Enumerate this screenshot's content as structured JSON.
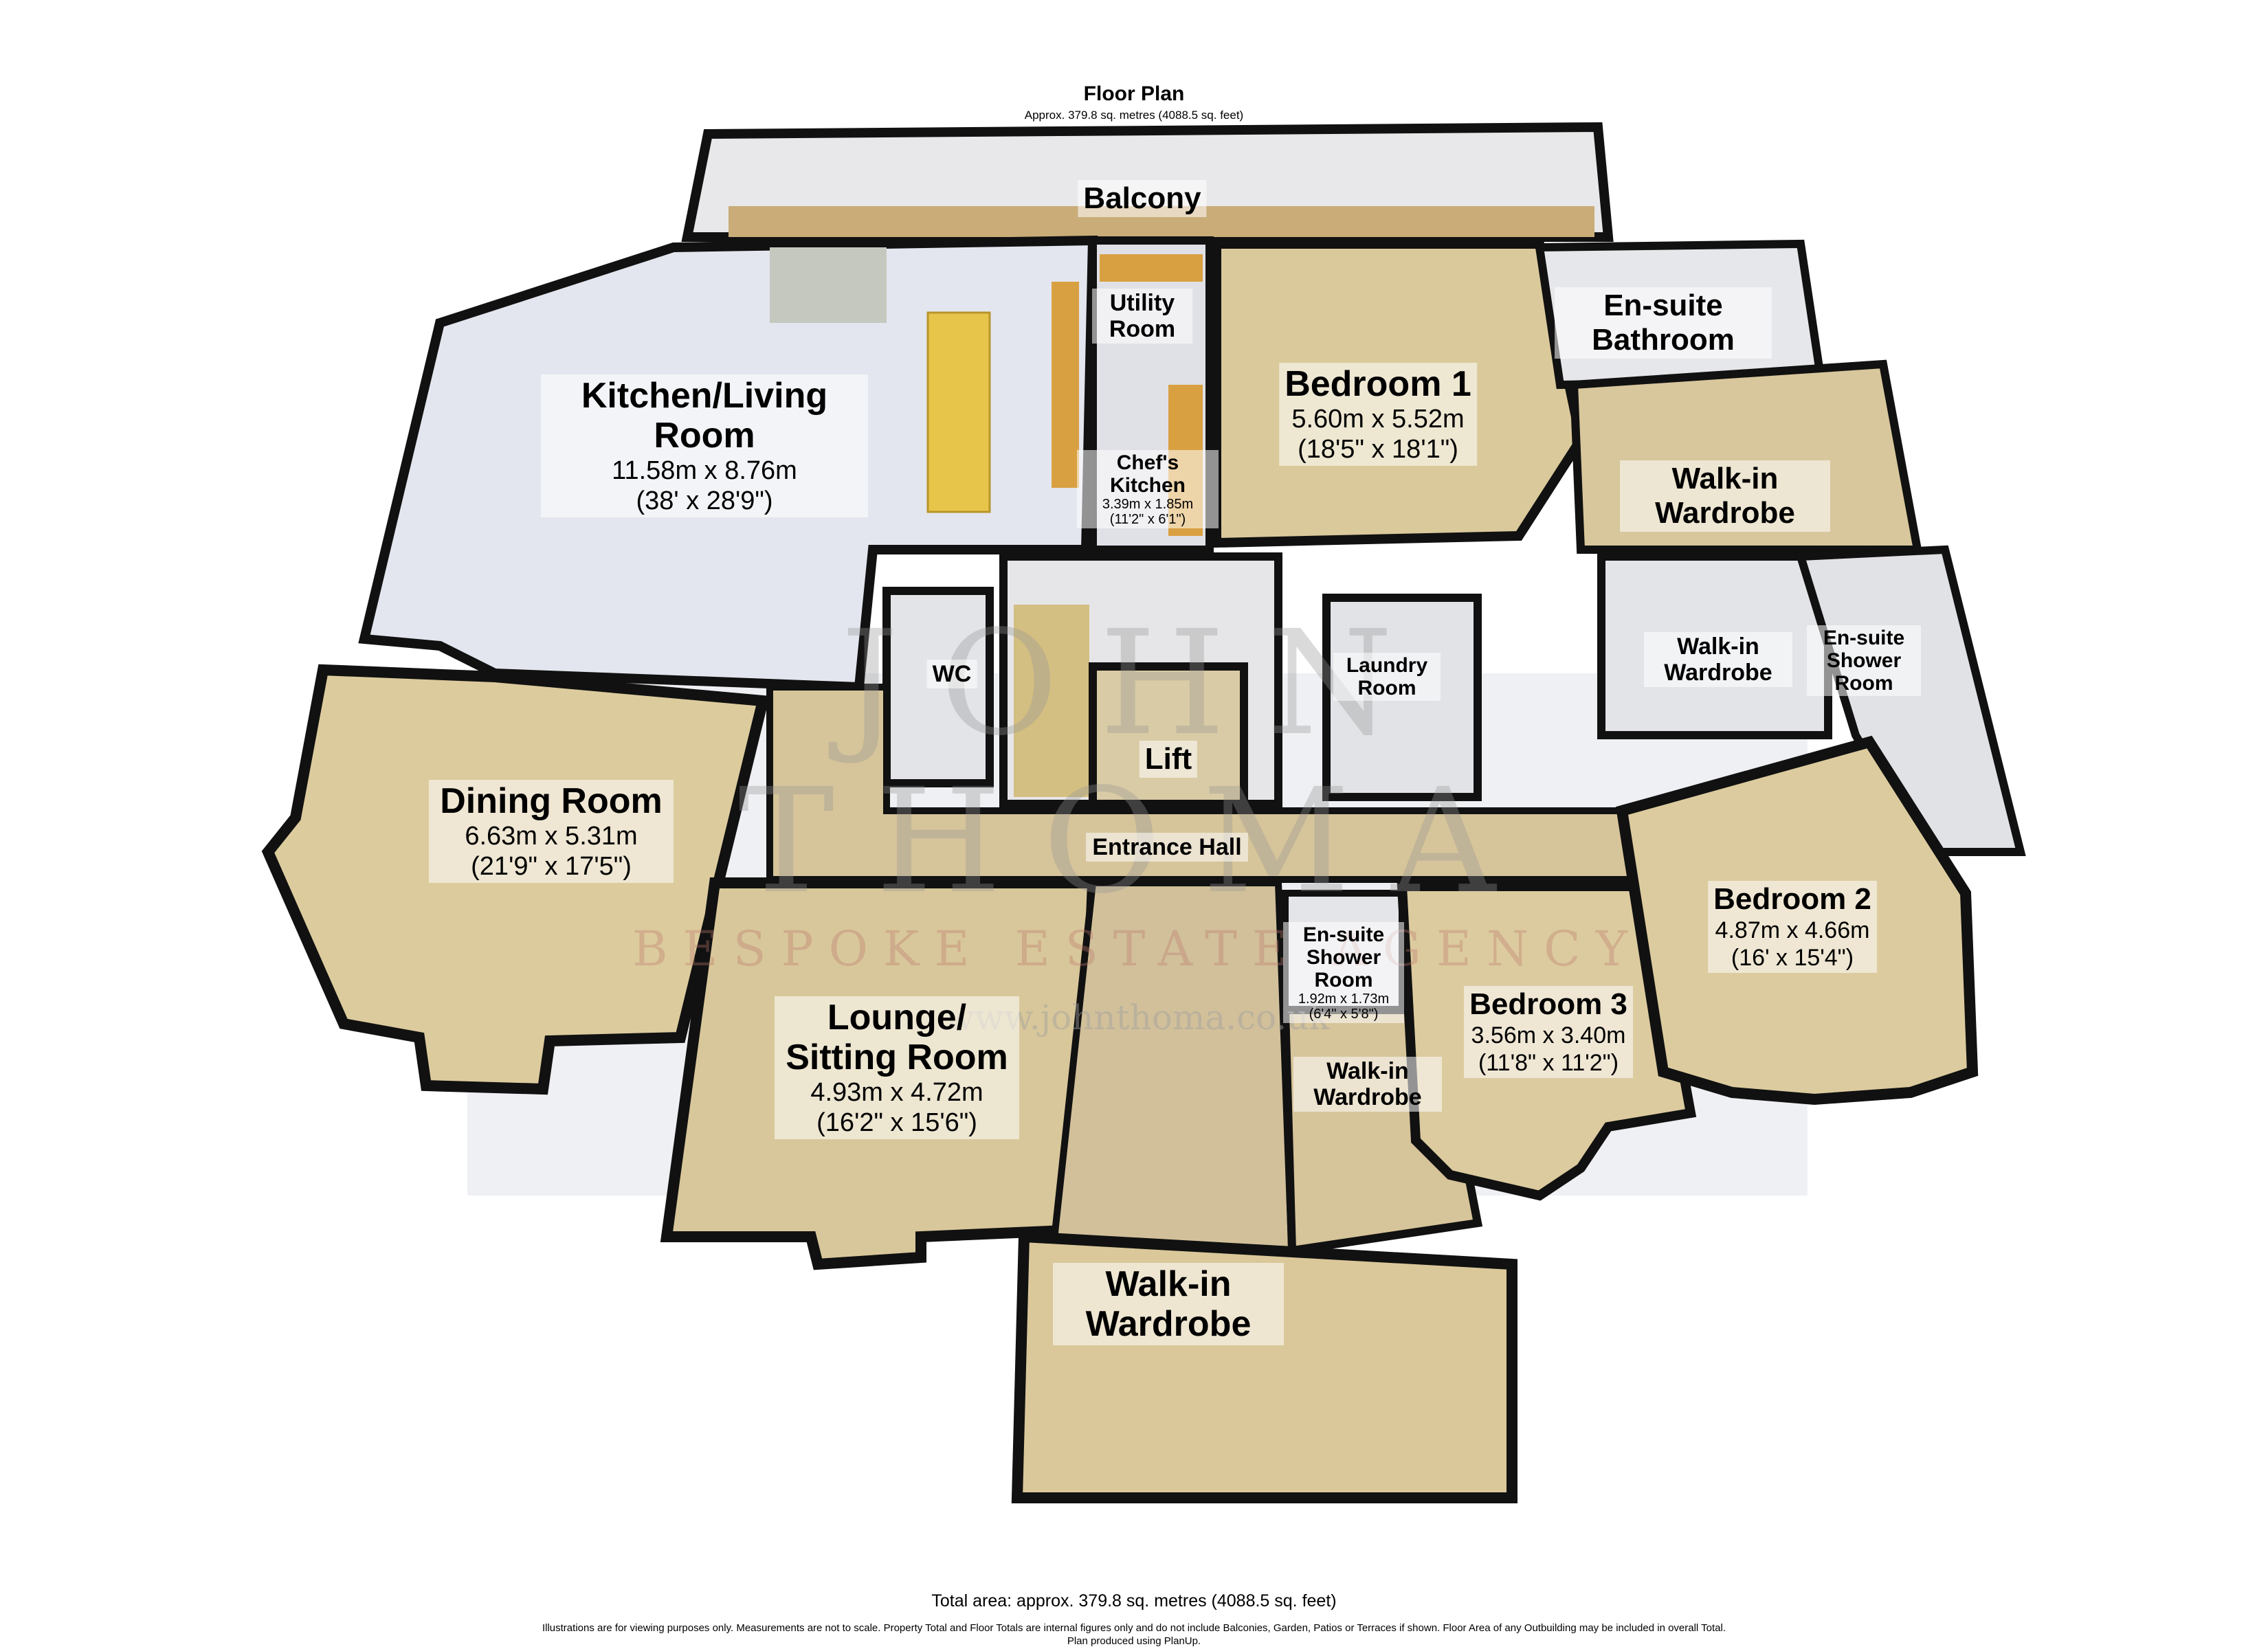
{
  "header": {
    "title": "Floor Plan",
    "subtitle": "Approx. 379.8 sq. metres (4088.5 sq. feet)"
  },
  "rooms": {
    "balcony": {
      "name": "Balcony"
    },
    "utility": {
      "name": "Utility Room"
    },
    "kitchen_living": {
      "name": "Kitchen/Living Room",
      "metric": "11.58m x 8.76m",
      "imperial": "(38' x 28'9\")"
    },
    "chefs_kitchen": {
      "name": "Chef's Kitchen",
      "metric": "3.39m x 1.85m",
      "imperial": "(11'2\" x 6'1\")"
    },
    "bedroom1": {
      "name": "Bedroom 1",
      "metric": "5.60m x 5.52m",
      "imperial": "(18'5\" x 18'1\")"
    },
    "ensuite_bathroom": {
      "name": "En-suite Bathroom"
    },
    "walkin_wardrobe_1": {
      "name": "Walk-in Wardrobe"
    },
    "walkin_wardrobe_2": {
      "name": "Walk-in Wardrobe"
    },
    "ensuite_shower_1": {
      "name": "En-suite Shower Room"
    },
    "wc": {
      "name": "WC"
    },
    "laundry": {
      "name": "Laundry Room"
    },
    "lift": {
      "name": "Lift"
    },
    "entrance_hall": {
      "name": "Entrance Hall"
    },
    "dining": {
      "name": "Dining Room",
      "metric": "6.63m x 5.31m",
      "imperial": "(21'9\" x 17'5\")"
    },
    "lounge": {
      "name": "Lounge/ Sitting Room",
      "metric": "4.93m x 4.72m",
      "imperial": "(16'2\" x 15'6\")"
    },
    "ensuite_shower_2": {
      "name": "En-suite Shower Room",
      "metric": "1.92m x 1.73m",
      "imperial": "(6'4\" x 5'8\")"
    },
    "bedroom3": {
      "name": "Bedroom 3",
      "metric": "3.56m x 3.40m",
      "imperial": "(11'8\" x 11'2\")"
    },
    "walkin_wardrobe_3": {
      "name": "Walk-in Wardrobe"
    },
    "bedroom2": {
      "name": "Bedroom 2",
      "metric": "4.87m x 4.66m",
      "imperial": "(16' x 15'4\")"
    },
    "walkin_wardrobe_4": {
      "name": "Walk-in Wardrobe"
    }
  },
  "watermark": {
    "name": "JOHN THOMA",
    "tagline": "BESPOKE ESTATE AGENCY",
    "url": "www.johnthoma.co.uk"
  },
  "footer": {
    "total_area": "Total area: approx. 379.8 sq. metres (4088.5 sq. feet)",
    "disclaimer_line1": "Illustrations are for viewing purposes only. Measurements are not to scale. Property Total and Floor Totals are internal figures only and do not include Balconies, Garden, Patios or Terraces if shown. Floor Area of any Outbuilding may be included in overall Total.",
    "disclaimer_line2": "Plan produced using PlanUp."
  },
  "colors": {
    "wall": "#111111",
    "wall_face": "#e9e9ec",
    "floor_carpet": "#d9c9a0",
    "floor_tile": "#dfe4ee",
    "floor_wood": "#c9ac78",
    "counter": "#e7c54a"
  }
}
